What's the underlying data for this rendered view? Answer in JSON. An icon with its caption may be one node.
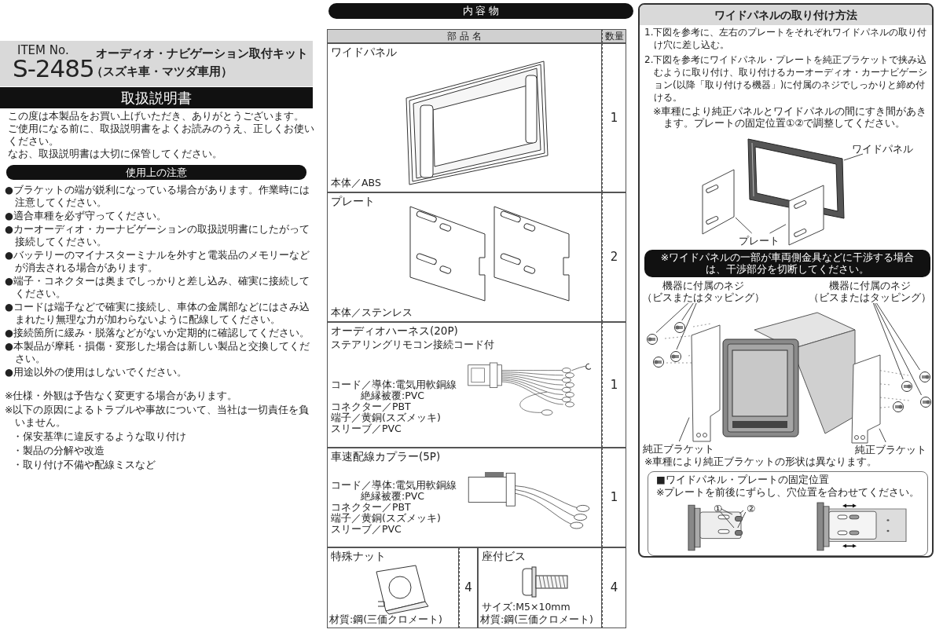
{
  "diagram": {
    "nodes": [
      {
        "text": [
          "ITEM No.",
          "S-2485",
          "オーディオ・ナビゲーション取付キット",
          "（スズキ車・マツダ車用）"
        ]
      },
      {
        "text": [
          "取扱説明書"
        ]
      },
      {
        "text": [
          "使用上の注意"
        ]
      },
      {
        "text": [
          "内 容 物"
        ]
      },
      {
        "text": [
          "ワイドパネル",
          "本体／ABS"
        ]
      },
      {
        "text": [
          "プレート",
          "本体／ステンレス"
        ]
      },
      {
        "text": [
          "オーディオハーネス(20P)",
          "ステアリングリモコン接続コード付",
          "コード／導体:電気用軟銅線",
          "絶縁被覆:PVC",
          "コネクター／PBT",
          "端子／黄銅(スズメッキ)",
          "スリーブ／PVC"
        ]
      },
      {
        "text": [
          "車速配線カプラー(5P)",
          "コード／導体:電気用軟銅線",
          "絶縁被覆:PVC",
          "コネクター／PBT",
          "端子／黄銅(スズメッキ)",
          "スリーブ／PVC"
        ]
      },
      {
        "text": [
          "特殊ナット",
          "材質:鋼(三価クロメート)"
        ]
      },
      {
        "text": [
          "座付ビス",
          "サイズ:M5×10mm",
          "材質:鋼(三価クロメート)"
        ]
      },
      {
        "text": [
          "ワイドパネルの取り付け方法"
        ]
      },
      {
        "text": [
          "ワイドパネル"
        ],
        "in": 10
      },
      {
        "text": [],
        "shape": "picture",
        "in": 10
      },
      {
        "text": [
          "プレート"
        ],
        "in": 10
      },
      {
        "text": [],
        "shape": "picture",
        "in": 10
      },
      {
        "text": [],
        "shape": "picture",
        "in": 10
      },
      {
        "text": [
          "※ワイドパネルの一部が車両側金具などに干渉する場合は、干渉部分を切断してください。"
        ],
        "in": 10
      },
      {
        "text": [
          "機器に付属のネジ（ビスまたはタッピング）"
        ],
        "in": 10
      },
      {
        "text": [
          "機器に付属のネジ（ビスまたはタッピング）"
        ],
        "in": 10
      },
      {
        "text": [
          "純正ブラケット"
        ],
        "in": 10
      },
      {
        "text": [
          "純正ブラケット"
        ],
        "in": 10
      },
      {
        "text": [
          "■ワイドパネル・プレートの固定位置",
          "※プレートを前後にずらし、穴位置を合わせてください。"
        ],
        "in": 10
      },
      {
        "text": [
          "①"
        ],
        "in": 21
      },
      {
        "text": [
          "②"
        ],
        "in": 21
      },
      {
        "text": [],
        "shape": "picture",
        "in": 10
      },
      {
        "text": [],
        "shape": "picture",
        "in": 10
      },
      {
        "text": [],
        "shape": "picture",
        "in": 10
      },
      {
        "text": [],
        "shape": "picture",
        "in": 10
      },
      {
        "text": [],
        "shape": "picture",
        "in": 10
      },
      {
        "text": [],
        "shape": "picture",
        "in": 10
      },
      {
        "text": [],
        "shape": "box",
        "in": 21
      },
      {
        "text": [],
        "shape": "box",
        "in": 21
      },
      {
        "text": [],
        "shape": "picture",
        "in": 10
      },
      {
        "text": [],
        "shape": "picture",
        "in": 10
      }
    ],
    "edges": [
      {
        "from": 11,
        "to": 12,
        "arrow": "none"
      },
      {
        "from": 13,
        "to": 14,
        "arrow": "none"
      },
      {
        "from": 13,
        "to": 15,
        "arrow": "none"
      },
      {
        "from": 17,
        "to": 24,
        "arrow": "none"
      },
      {
        "from": 17,
        "to": 25,
        "arrow": "none"
      },
      {
        "from": 17,
        "to": 26,
        "arrow": "none"
      },
      {
        "from": 18,
        "to": 27,
        "arrow": "none"
      },
      {
        "from": 18,
        "to": 28,
        "arrow": "none"
      },
      {
        "from": 18,
        "to": 29,
        "arrow": "none"
      },
      {
        "from": 19,
        "to": 32,
        "arrow": "none"
      },
      {
        "from": 20,
        "to": 33,
        "arrow": "none"
      },
      {
        "from": 22,
        "to": 30,
        "arrow": "none"
      },
      {
        "from": 22,
        "to": 31,
        "arrow": "none"
      },
      {
        "from": 23,
        "to": 30,
        "arrow": "none"
      },
      {
        "from": 23,
        "to": 31,
        "arrow": "none"
      }
    ],
    "labels": [
      "この度は本製品をお買い上げいただき、ありがとうございます。",
      "ご使用になる前に、取扱説明書をよくお読みのうえ、正しくお使いください。",
      "なお、取扱説明書は大切に保管してください。",
      "●ブラケットの端が鋭利になっている場合があります。作業時には注意してください。",
      "●適合車種を必ず守ってください。",
      "●カーオーディオ・カーナビゲーションの取扱説明書にしたがって接続してください。",
      "●バッテリーのマイナスターミナルを外すと電装品のメモリーなどが消去される場合があります。",
      "●端子・コネクターは奥までしっかりと差し込み、確実に接続してください。",
      "●コードは端子などで確実に接続し、車体の金属部などにはさみ込まれたり無理な力が加わらないように配線してください。",
      "●接続箇所に緩み・脱落などがないか定期的に確認してください。",
      "●本製品が摩耗・損傷・変形した場合は新しい製品と交換してください。",
      "●用途以外の使用はしないでください。",
      "※仕様・外観は予告なく変更する場合があります。",
      "※以下の原因によるトラブルや事故について、当社は一切責任を負いません。",
      "・保安基準に違反するような取り付け",
      "・製品の分解や改造",
      "・取り付け不備や配線ミスなど",
      "部 品 名",
      "数量",
      "1",
      "2",
      "1",
      "1",
      "4",
      "4",
      "1.下図を参考に、左右のプレートをそれぞれワイドパネルの取り付け穴に差し込む。",
      "2.下図を参考にワイドパネル・プレートを純正ブラケットで挟み込むように取り付け、取り付けるカーオーディオ・カーナビゲーション(以降「取り付ける機器」)に付属のネジでしっかりと締め付ける。",
      "※車種により純正パネルとワイドパネルの間にすき間があきます。プレートの固定位置①②で調整してください。",
      "※車種により純正ブラケットの形状は異なります。"
    ]
  }
}
